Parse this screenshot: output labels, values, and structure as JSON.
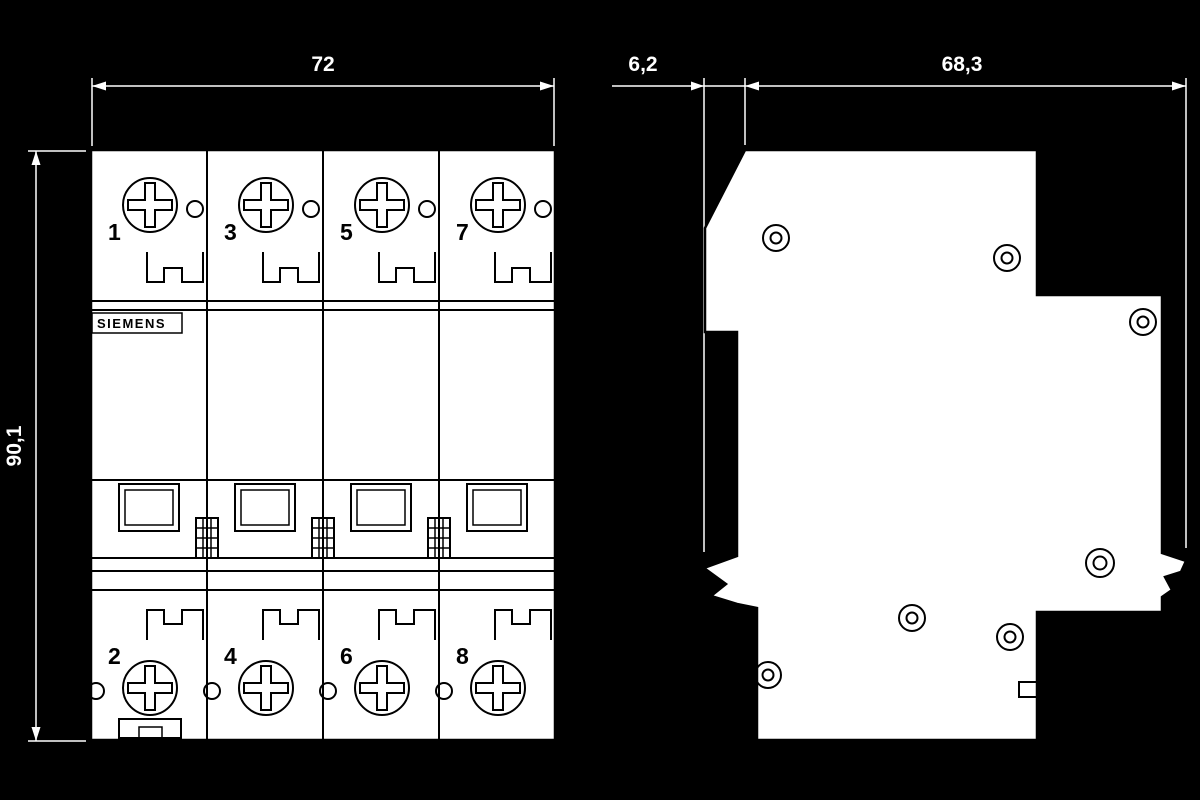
{
  "colors": {
    "background": "#000000",
    "paper": "#ffffff",
    "ink": "#000000",
    "dimension_ink": "#ffffff"
  },
  "brand": "SIEMENS",
  "dimensions": {
    "overall_width_mm": "72",
    "overall_height_mm": "90,1",
    "clip_offset_mm": "6,2",
    "depth_mm": "68,3"
  },
  "front_view": {
    "top_terminal_numbers": [
      "1",
      "3",
      "5",
      "7"
    ],
    "bottom_terminal_numbers": [
      "2",
      "4",
      "6",
      "8"
    ]
  }
}
